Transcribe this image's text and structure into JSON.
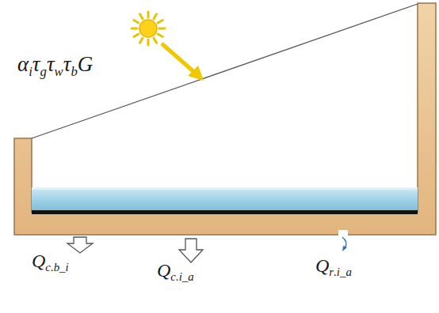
{
  "diagram": {
    "labels": [
      "αiτgτwτbG",
      "Qc.b_i",
      "Qc.i_a",
      "Qr.i_a"
    ]
  }
}
